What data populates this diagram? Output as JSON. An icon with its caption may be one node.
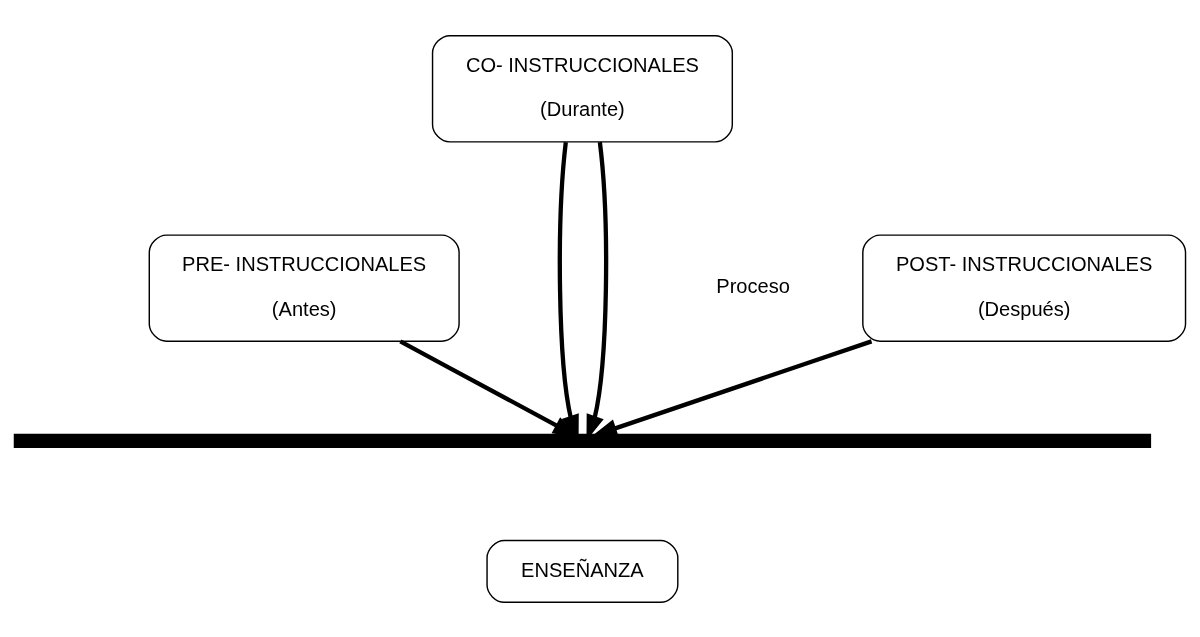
{
  "diagram": {
    "nodes": [
      {
        "text": [
          "PRE- INSTRUCCIONALES",
          "(Antes)"
        ]
      },
      {
        "text": [
          "CO- INSTRUCCIONALES",
          "(Durante)"
        ]
      },
      {
        "text": [
          "POST- INSTRUCCIONALES",
          "(Después)"
        ]
      },
      {
        "text": [],
        "shape": "bar"
      },
      {
        "text": [
          "ENSEÑANZA"
        ]
      }
    ],
    "edges": [
      {
        "from": 0,
        "to": 3,
        "arrow": "to"
      },
      {
        "from": 1,
        "to": 3,
        "arrow": "to"
      },
      {
        "from": 1,
        "to": 3,
        "arrow": "to"
      },
      {
        "from": 2,
        "to": 3,
        "arrow": "to"
      }
    ],
    "labels": [
      "Proceso"
    ]
  }
}
